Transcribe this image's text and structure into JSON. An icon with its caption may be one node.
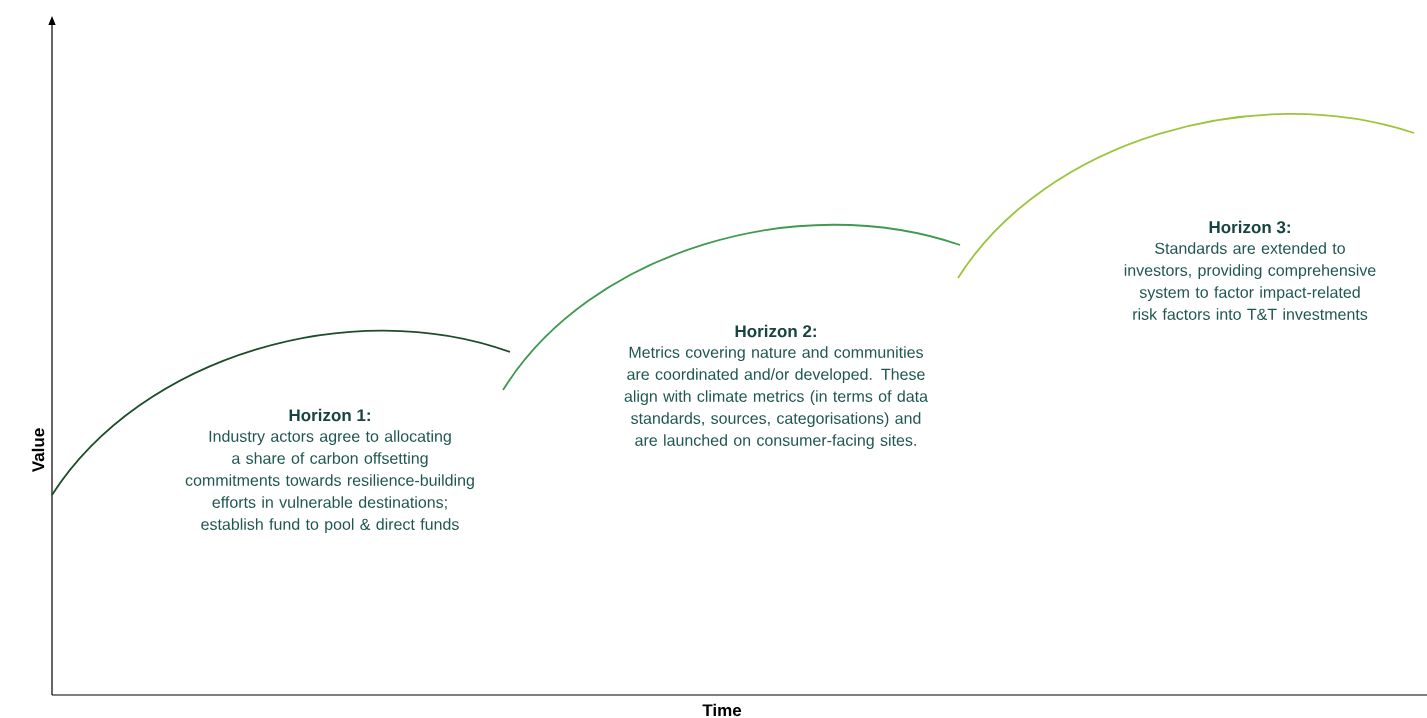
{
  "diagram": {
    "labels": [
      "Value",
      "Time",
      "Horizon 1:",
      "Industry actors agree to allocating a share of carbon offsetting commitments towards resilience-building efforts in vulnerable destinations; establish fund to pool & direct funds",
      "Horizon 2:",
      "Metrics covering nature and communities are coordinated and/or developed. These align with climate metrics (in terms of data standards, sources, categorisations) and are launched on consumer-facing sites.",
      "Horizon 3:",
      "Standards are extended to investors, providing comprehensive system to factor impact-related risk factors into T&T investments"
    ]
  }
}
